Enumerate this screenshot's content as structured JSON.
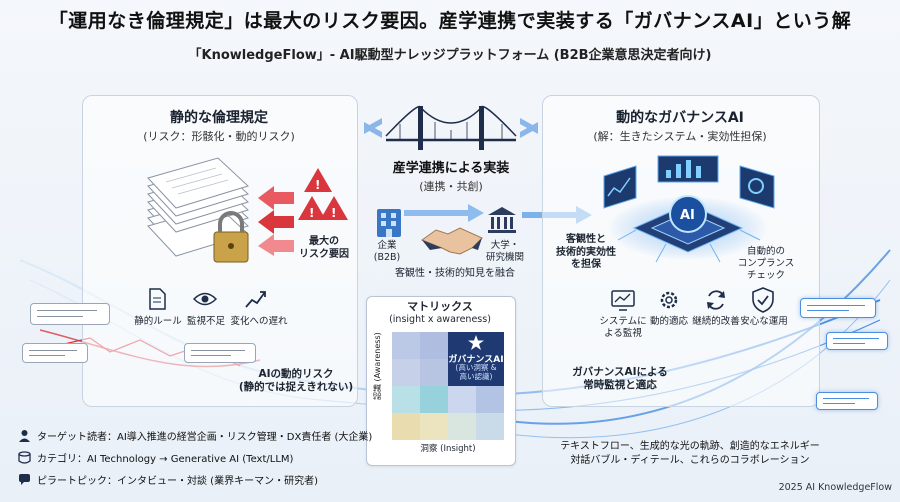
{
  "header": {
    "title": "「運用なき倫理規定」は最大のリスク要因。産学連携で実装する「ガバナンスAI」という解",
    "subtitle": "「KnowledgeFlow」- AI駆動型ナレッジプラットフォーム (B2B企業意思決定者向け)"
  },
  "left_panel": {
    "title": "静的な倫理規定",
    "subtitle": "(リスク：形骸化・動的リスク)",
    "risk_label": "最大の\nリスク要因",
    "icons": [
      {
        "icon": "document-icon",
        "label": "静的ルール"
      },
      {
        "icon": "eye-icon",
        "label": "監視不足"
      },
      {
        "icon": "chart-icon",
        "label": "変化への遅れ"
      }
    ]
  },
  "right_panel": {
    "title": "動的なガバナンスAI",
    "subtitle": "(解：生きたシステム・実効性担保)",
    "left_label": "客観性と\n技術的実効性\nを担保",
    "right_label": "自動的の\nコンプランス\nチェック",
    "icons": [
      {
        "icon": "monitor-icon",
        "label": "システムに\nよる監視"
      },
      {
        "icon": "gear-icon",
        "label": "動的適応"
      },
      {
        "icon": "cycle-icon",
        "label": "継続的改善"
      },
      {
        "icon": "shield-icon",
        "label": "安心な運用"
      }
    ]
  },
  "center": {
    "title": "産学連携による実装",
    "subtitle": "(連携・共創)",
    "company_label": "企業\n(B2B)",
    "university_label": "大学・\n研究機関",
    "merge_label": "客観性・技術的知見を融合"
  },
  "matrix": {
    "title": "マトリックス",
    "subtitle": "(insight x awareness)",
    "y_label": "認識 (Awareness)",
    "x_label": "洞察 (Insight)",
    "highlight_title": "ガバナンスAI",
    "highlight_sub": "(高い洞察 &\n高い認識)"
  },
  "flow_labels": {
    "ai_risk": "AIの動的リスク\n(静的では捉えきれない)",
    "governance_monitor": "ガバナンスAIによる\n常時監視と適応"
  },
  "info": [
    {
      "icon": "person-icon",
      "text": "ターゲット読者：AI導入推進の経営企画・リスク管理・DX責任者 (大企業)"
    },
    {
      "icon": "database-icon",
      "text": "カテゴリ：AI Technology → Generative AI (Text/LLM)"
    },
    {
      "icon": "chat-icon",
      "text": "ピラートピック：インタビュー・対談 (業界キーマン・研究者)"
    }
  ],
  "footer_note": "テキストフロー、生成的な光の軌跡、創造的なエネルギー\n対話バブル・ディテール、これらのコラボレーション",
  "credit": "2025 AI KnowledgeFlow",
  "colors": {
    "risk_red": "#d9363e",
    "ai_blue": "#2f7fe0",
    "navy": "#1e2d4a"
  }
}
